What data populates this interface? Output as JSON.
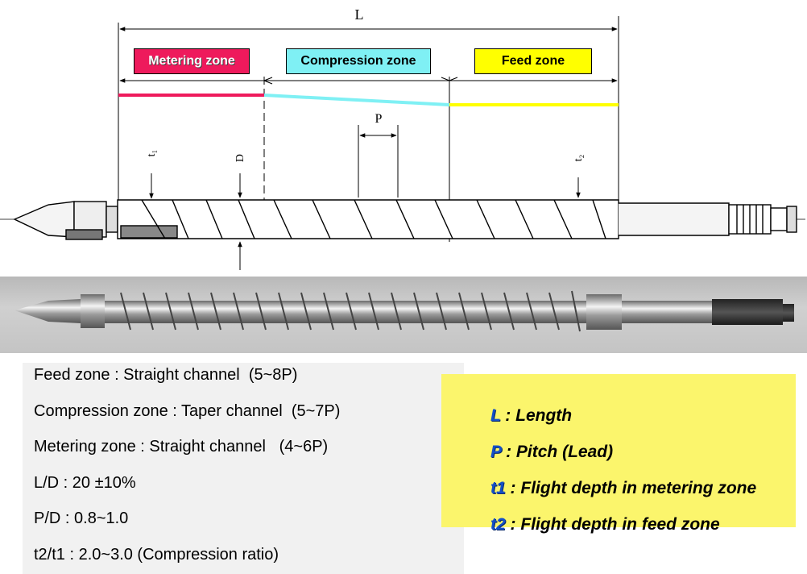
{
  "drawing": {
    "length_label": "L",
    "pitch_label": "P",
    "diameter_label": "D",
    "t1_label": "t₁",
    "t2_label": "t₂"
  },
  "zones": {
    "metering": {
      "label": "Metering zone",
      "color": "#ee1a5c"
    },
    "compression": {
      "label": "Compression zone",
      "color": "#7ff0f4"
    },
    "feed": {
      "label": "Feed zone",
      "color": "#ffff00"
    }
  },
  "specs": [
    {
      "text": "Feed zone : Straight channel  (5~8P)"
    },
    {
      "text": "Compression zone : Taper channel  (5~7P)"
    },
    {
      "text": "Metering zone : Straight channel   (4~6P)"
    },
    {
      "text": "L/D : 20 ±10%"
    },
    {
      "text": "P/D : 0.8~1.0"
    },
    {
      "text": "t2/t1 : 2.0~3.0 (Compression ratio)"
    }
  ],
  "legend": [
    {
      "symbol": "L",
      "text": " : Length"
    },
    {
      "symbol": "P",
      "text": " : Pitch (Lead)"
    },
    {
      "symbol": "t1",
      "text": " : Flight depth in metering zone"
    },
    {
      "symbol": "t2",
      "text": " : Flight depth in feed zone"
    }
  ],
  "colors": {
    "legend_bg": "#fbf56c",
    "legend_symbol": "#1450c8",
    "specs_bg": "#f1f1f1"
  }
}
